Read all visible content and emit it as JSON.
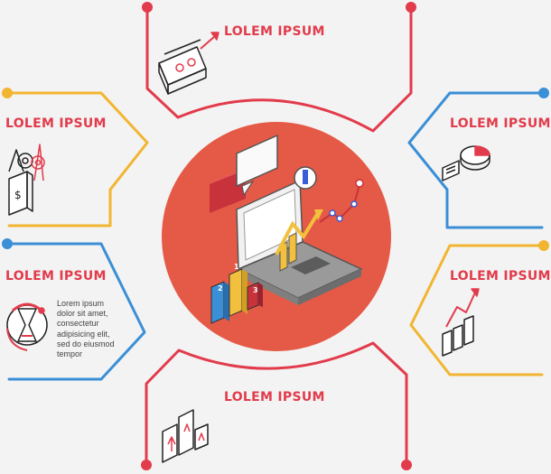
{
  "colors": {
    "red": "#e23b4b",
    "yellow": "#f2b531",
    "blue": "#3a8fd6",
    "hub": "#e55a46"
  },
  "blocks": {
    "top": {
      "heading": "LOLEM IPSUM",
      "icon": "calendar-money-icon"
    },
    "left_upper": {
      "heading": "LOLEM IPSUM",
      "icon": "dollar-gears-icon"
    },
    "left_lower": {
      "heading": "LOLEM IPSUM",
      "icon": "hourglass-icon",
      "body": "Lorem ipsum\ndolor sit amet,\nconsectetur\nadipisicing elit,\nsed do eiusmod\ntempor"
    },
    "right_upper": {
      "heading": "LOLEM IPSUM",
      "icon": "pie-chart-icon"
    },
    "right_lower": {
      "heading": "LOLEM IPSUM",
      "icon": "growth-chart-icon"
    },
    "bottom": {
      "heading": "LOLEM IPSUM",
      "icon": "podium-icon"
    }
  },
  "hub": {
    "icon": "laptop-analytics-icon",
    "podium_numbers": [
      "2",
      "1",
      "3"
    ]
  }
}
